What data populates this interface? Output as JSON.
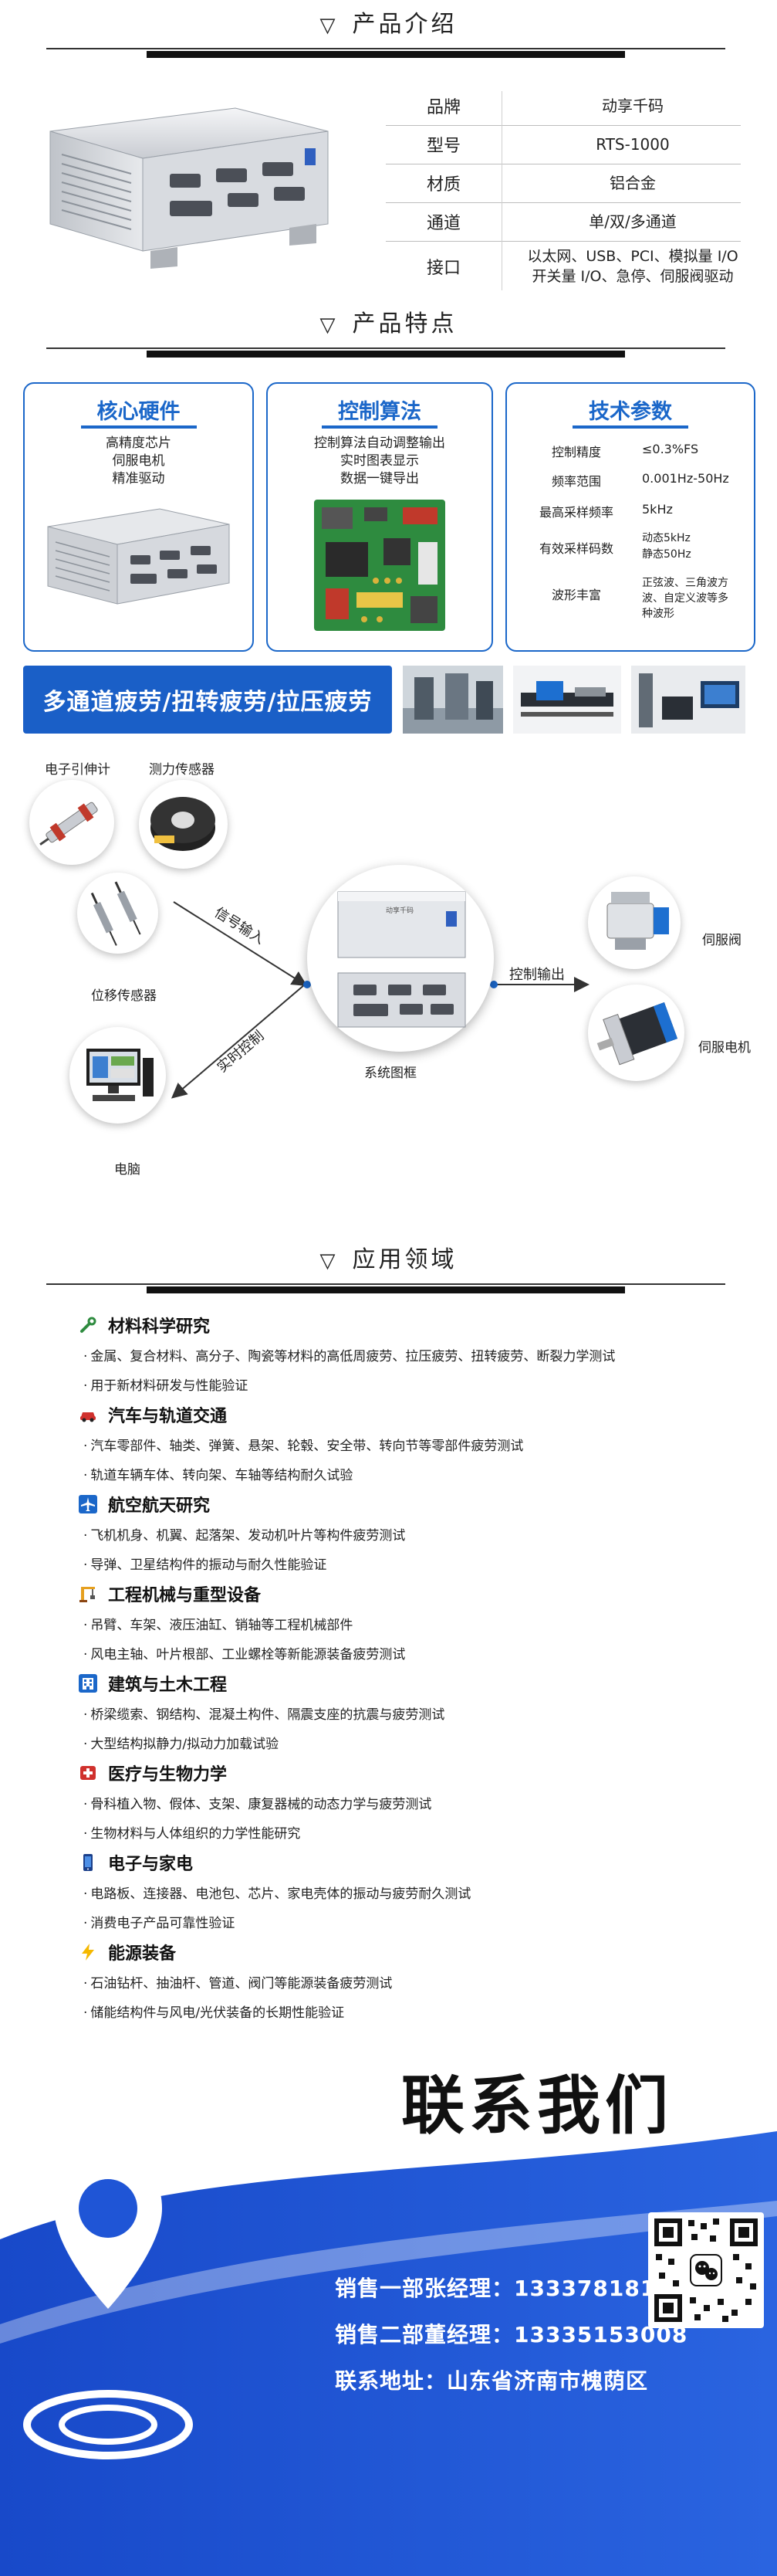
{
  "sections": {
    "intro": "产品介绍",
    "features": "产品特点",
    "applications": "应用领域",
    "contact": "联系我们"
  },
  "intro_table": [
    {
      "key": "品牌",
      "value": "动享千码"
    },
    {
      "key": "型号",
      "value": "RTS-1000"
    },
    {
      "key": "材质",
      "value": "铝合金"
    },
    {
      "key": "通道",
      "value": "单/双/多通道"
    },
    {
      "key": "接口",
      "value": "以太网、USB、PCI、模拟量 I/O 开关量 I/O、急停、伺服阀驱动"
    }
  ],
  "cards": {
    "hardware": {
      "title": "核心硬件",
      "lines": [
        "高精度芯片",
        "伺服电机",
        "精准驱动"
      ]
    },
    "control": {
      "title": "控制算法",
      "lines": [
        "控制算法自动调整输出",
        "实时图表显示",
        "数据一键导出"
      ]
    },
    "params": {
      "title": "技术参数",
      "rows": [
        {
          "key": "控制精度",
          "value": "≤0.3%FS"
        },
        {
          "key": "频率范围",
          "value": "0.001Hz-50Hz"
        },
        {
          "key": "最高采样频率",
          "value": "5kHz"
        },
        {
          "key": "有效采样码数",
          "value": "动态5kHz 静态50Hz"
        },
        {
          "key": "波形丰富",
          "value": "正弦波、三角波方波、自定义波等多种波形"
        }
      ]
    }
  },
  "banner": "多通道疲劳/扭转疲劳/拉压疲劳",
  "diagram": {
    "extensometer": "电子引伸计",
    "load_sensor": "测力传感器",
    "displacement_sensor": "位移传感器",
    "computer": "电脑",
    "signal_input": "信号输入",
    "realtime_control": "实时控制",
    "control_output": "控制输出",
    "system_box": "系统图框",
    "servo_valve": "伺服阀",
    "servo_motor": "伺服电机",
    "brand_mark": "动享千码"
  },
  "applications": [
    {
      "icon": "wrench-icon",
      "title": "材料科学研究",
      "items": [
        "金属、复合材料、高分子、陶瓷等材料的高低周疲劳、拉压疲劳、扭转疲劳、断裂力学测试",
        "用于新材料研发与性能验证"
      ]
    },
    {
      "icon": "car-icon",
      "title": "汽车与轨道交通",
      "items": [
        "汽车零部件、轴类、弹簧、悬架、轮毂、安全带、转向节等零部件疲劳测试",
        "轨道车辆车体、转向架、车轴等结构耐久试验"
      ]
    },
    {
      "icon": "airplane-icon",
      "title": "航空航天研究",
      "items": [
        "飞机机身、机翼、起落架、发动机叶片等构件疲劳测试",
        "导弹、卫星结构件的振动与耐久性能验证"
      ]
    },
    {
      "icon": "crane-icon",
      "title": "工程机械与重型设备",
      "items": [
        "吊臂、车架、液压油缸、销轴等工程机械部件",
        "风电主轴、叶片根部、工业螺栓等新能源装备疲劳测试"
      ]
    },
    {
      "icon": "building-icon",
      "title": "建筑与土木工程",
      "items": [
        "桥梁缆索、钢结构、混凝土构件、隔震支座的抗震与疲劳测试",
        "大型结构拟静力/拟动力加载试验"
      ]
    },
    {
      "icon": "medical-icon",
      "title": "医疗与生物力学",
      "items": [
        "骨科植入物、假体、支架、康复器械的动态力学与疲劳测试",
        "生物材料与人体组织的力学性能研究"
      ]
    },
    {
      "icon": "phone-icon",
      "title": "电子与家电",
      "items": [
        "电路板、连接器、电池包、芯片、家电壳体的振动与疲劳耐久测试",
        "消费电子产品可靠性验证"
      ]
    },
    {
      "icon": "lightning-icon",
      "title": "能源装备",
      "items": [
        "石油钻杆、抽油杆、管道、阀门等能源装备疲劳测试",
        "储能结构件与风电/光伏装备的长期性能验证"
      ]
    }
  ],
  "contact": {
    "sales1": "销售一部张经理：13337818192",
    "sales2": "销售二部董经理：13335153008",
    "address": "联系地址：山东省济南市槐荫区"
  },
  "colors": {
    "accent": "#1b67c9",
    "banner": "#1a5fc7",
    "contact_bg": "#1f55d6"
  }
}
